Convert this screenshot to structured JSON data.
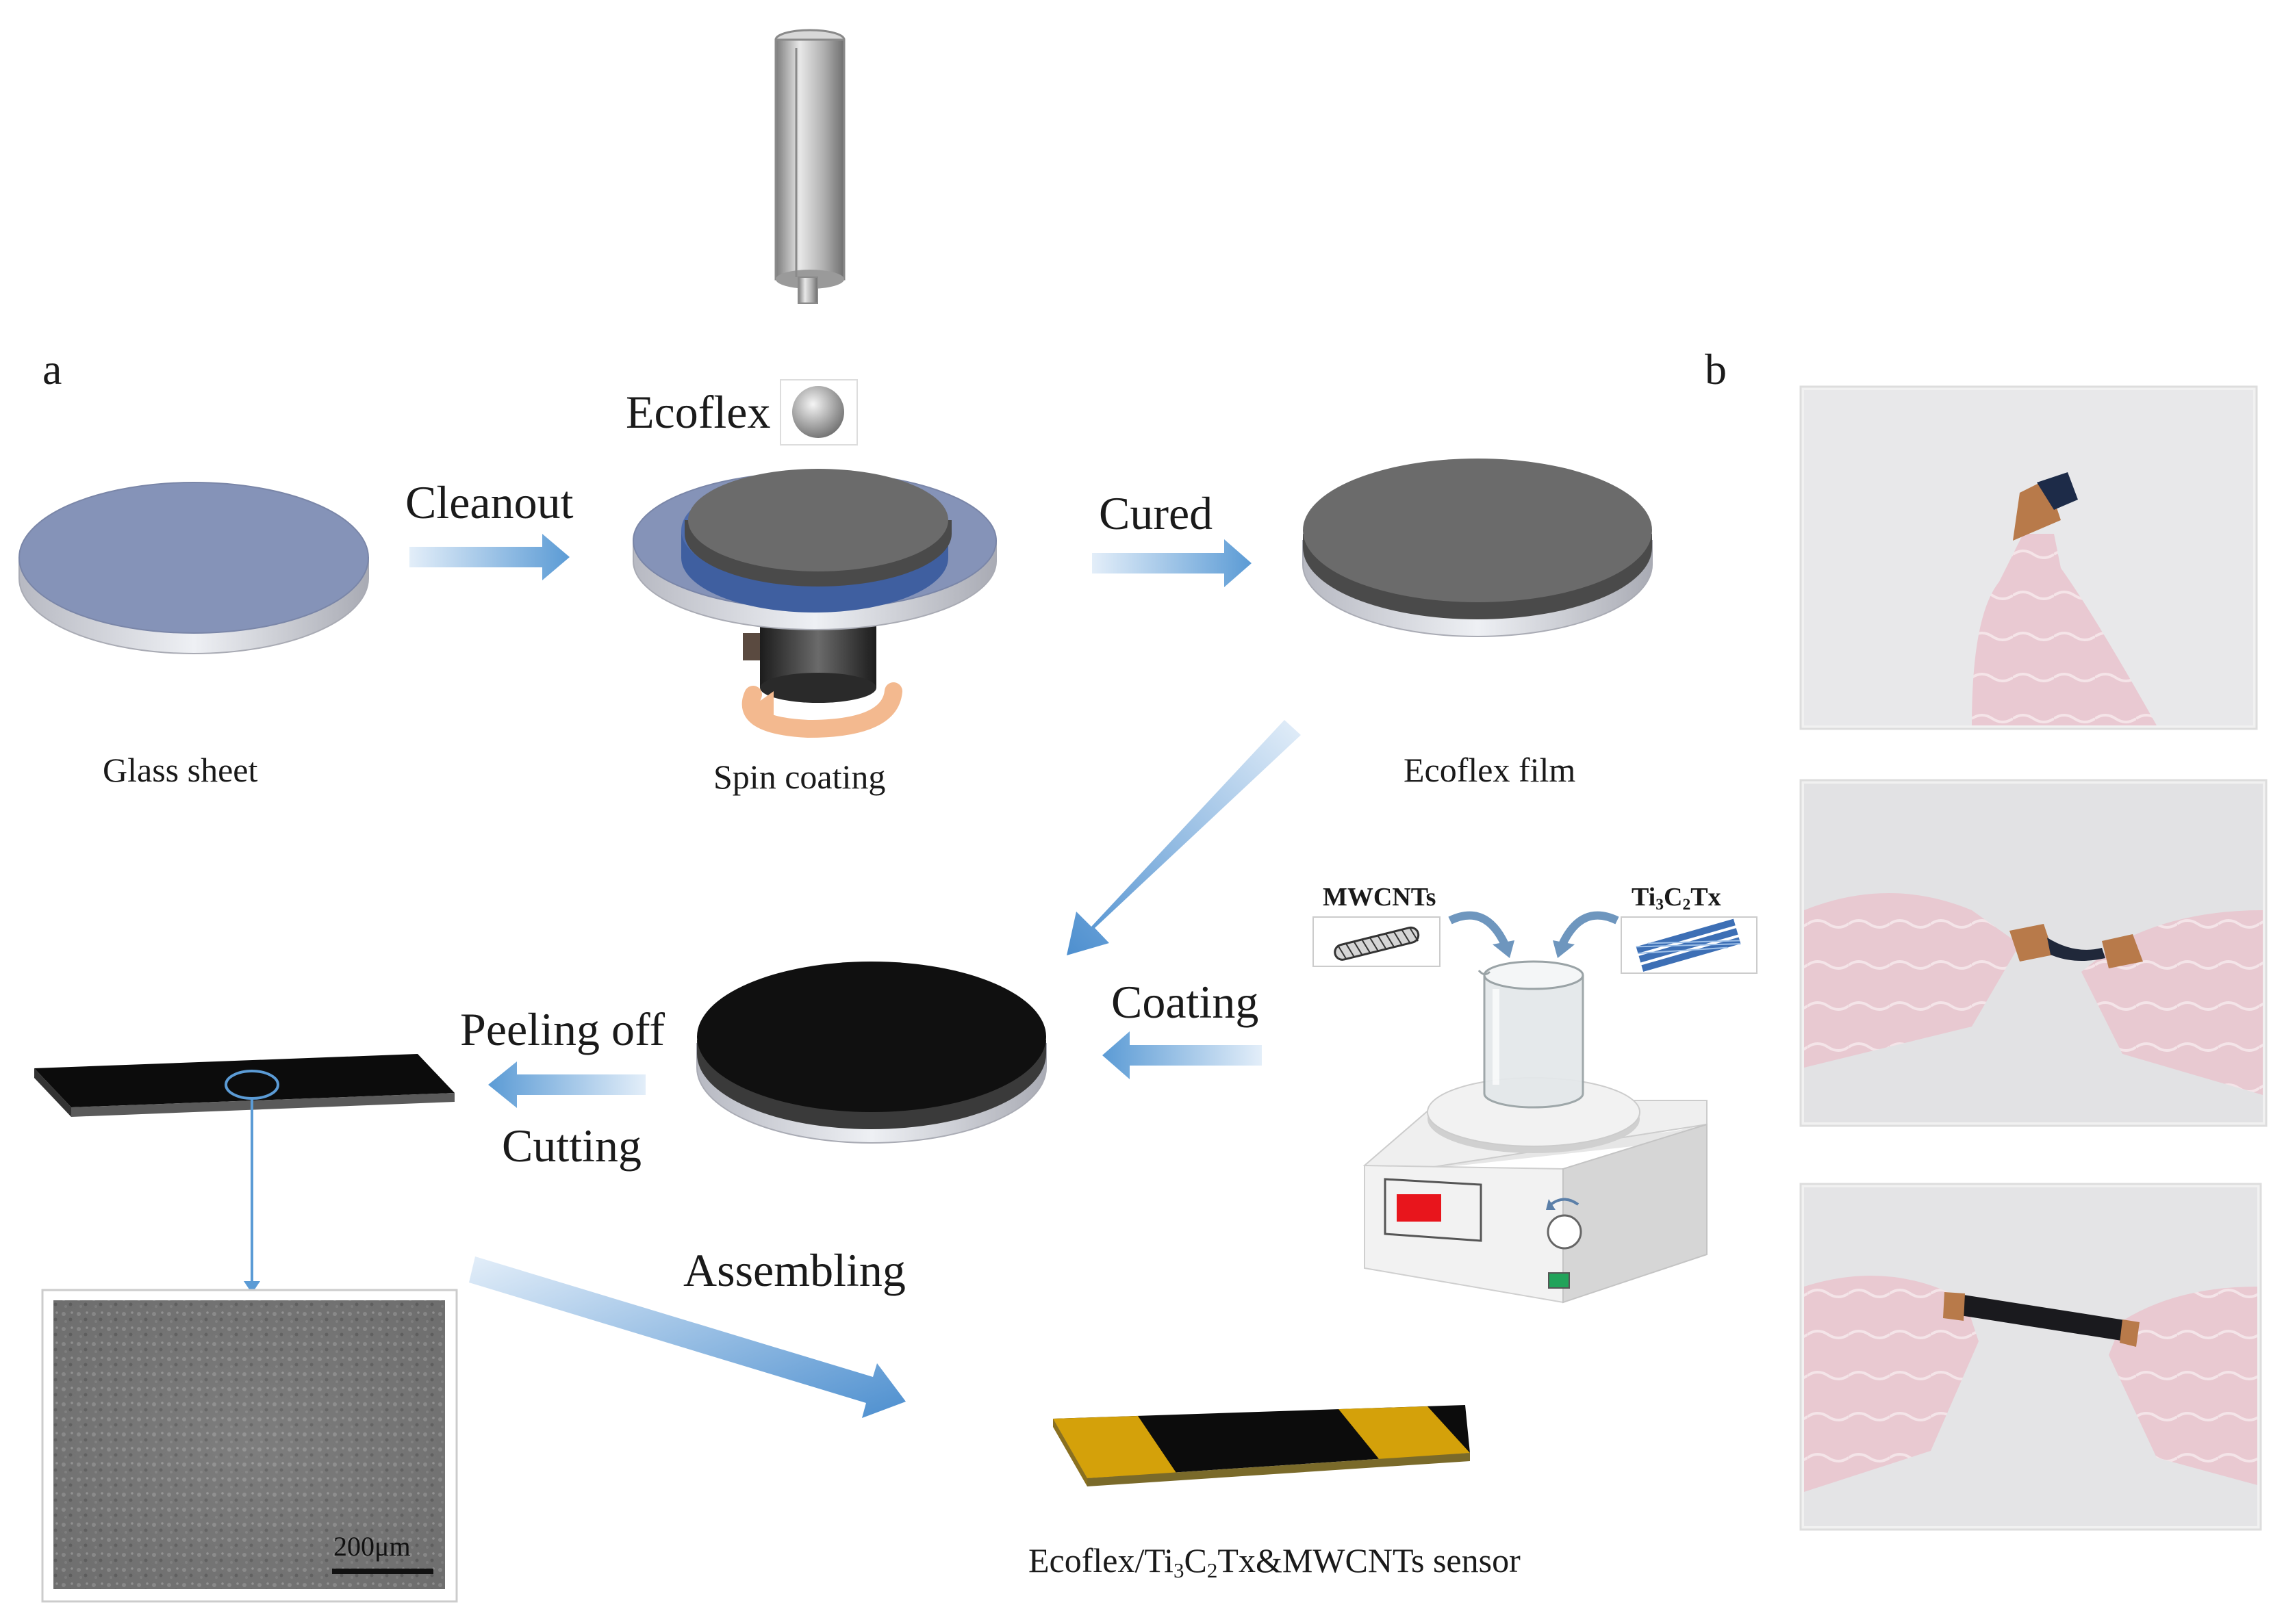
{
  "panels": {
    "a": "a",
    "b": "b"
  },
  "labels": {
    "ecoflex": "Ecoflex",
    "cleanout": "Cleanout",
    "cured": "Cured",
    "glass_sheet": "Glass sheet",
    "spin_coating": "Spin coating",
    "ecoflex_film": "Ecoflex film",
    "mwcnts": "MWCNTs",
    "ti3c2tx": {
      "a": "Ti",
      "b": "3",
      "c": "C",
      "d": "2",
      "e": "Tx"
    },
    "coating": "Coating",
    "peeling_off": "Peeling off",
    "cutting": "Cutting",
    "assembling": "Assembling",
    "scale_bar": "200μm",
    "sensor": {
      "a": "Ecoflex/Ti",
      "b": "3",
      "c": "C",
      "d": "2",
      "e": "Tx&MWCNTs sensor"
    }
  },
  "colors": {
    "glass_top": "#8593b8",
    "glass_side": "#c9ccd6",
    "film_gray": "#6b6b6b",
    "film_black": "#101010",
    "arrow_blue": "#5b9bd5",
    "arrow_light": "#dceaf7",
    "electrode_gold": "#d4a10a",
    "rotation_arrow": "#f3b98f",
    "display_red": "#e8151c",
    "power_green": "#21a35a"
  },
  "icons": [
    "dropper-icon",
    "droplet-icon",
    "spin-coater-icon",
    "magnetic-stirrer-icon",
    "beaker-icon",
    "nanotube-icon",
    "mxene-flake-icon"
  ]
}
